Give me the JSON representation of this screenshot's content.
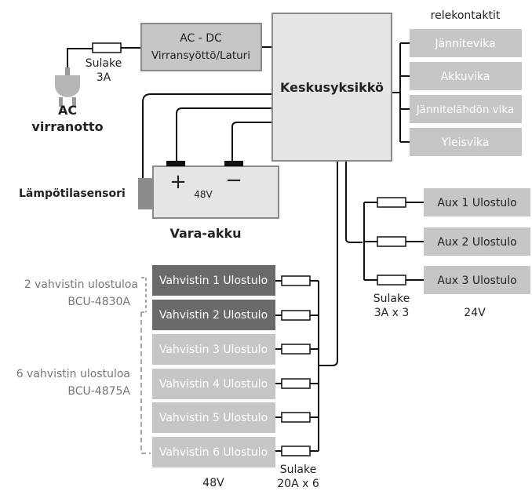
{
  "colors": {
    "box_light": "#c6c6c6",
    "box_dark": "#6a6a6a",
    "line": "#111111",
    "gray_text": "#777777"
  },
  "power_supply": {
    "line1": "AC - DC",
    "line2": "Virransyöttö/Laturi"
  },
  "main_fuse": {
    "line1": "Sulake",
    "line2": "3A"
  },
  "ac_input": {
    "line1": "AC",
    "line2": "virranotto"
  },
  "central_unit": "Keskusyksikkö",
  "relays": {
    "title": "relekontaktit",
    "items": [
      "Jännitevika",
      "Akkuvika",
      "Jännitelähdön vika",
      "Yleisvika"
    ]
  },
  "battery": {
    "label": "Vara-akku",
    "voltage": "48V",
    "plus": "+",
    "minus": "−",
    "sensor_label": "Lämpötilasensori"
  },
  "aux": {
    "outputs": [
      "Aux 1 Ulostulo",
      "Aux 2 Ulostulo",
      "Aux 3 Ulostulo"
    ],
    "fuse_line1": "Sulake",
    "fuse_line2": "3A x 3",
    "voltage": "24V"
  },
  "amplifiers": {
    "outputs": [
      "Vahvistin 1 Ulostulo",
      "Vahvistin 2 Ulostulo",
      "Vahvistin 3 Ulostulo",
      "Vahvistin 4 Ulostulo",
      "Vahvistin 5 Ulostulo",
      "Vahvistin 6 Ulostulo"
    ],
    "fuse_line1": "Sulake",
    "fuse_line2": "20A x 6",
    "voltage": "48V",
    "model_2_line1": "2 vahvistin ulostuloa",
    "model_2_line2": "BCU-4830A",
    "model_6_line1": "6 vahvistin ulostuloa",
    "model_6_line2": "BCU-4875A"
  }
}
